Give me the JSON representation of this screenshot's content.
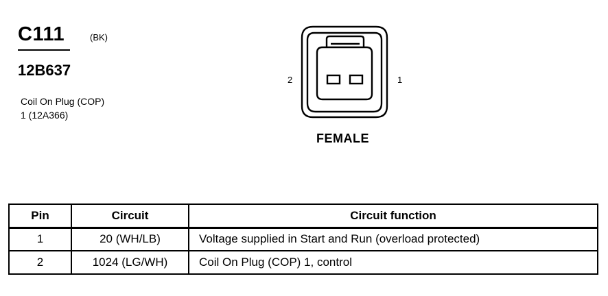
{
  "connector": {
    "id": "C111",
    "color_code": "(BK)",
    "part_number": "12B637",
    "description_lines": [
      "Coil On Plug (COP)",
      "1 (12A366)"
    ],
    "gender": "FEMALE",
    "pin_labels": {
      "left": "2",
      "right": "1"
    }
  },
  "table": {
    "headers": [
      "Pin",
      "Circuit",
      "Circuit function"
    ],
    "rows": [
      {
        "pin": "1",
        "circuit": "20 (WH/LB)",
        "function": "Voltage supplied in Start and Run (overload protected)"
      },
      {
        "pin": "2",
        "circuit": "1024 (LG/WH)",
        "function": "Coil On Plug (COP) 1, control"
      }
    ]
  }
}
